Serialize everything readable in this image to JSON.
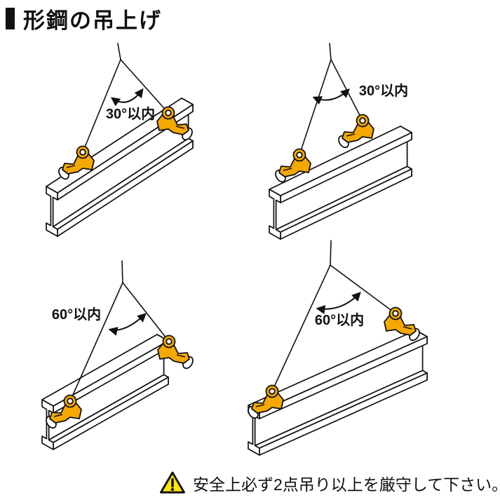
{
  "title": "形鋼の吊上げ",
  "panels": [
    {
      "position": "top-left",
      "angle_label": "30°以内"
    },
    {
      "position": "top-right",
      "angle_label": "30°以内"
    },
    {
      "position": "bottom-left",
      "angle_label": "60°以内"
    },
    {
      "position": "bottom-right",
      "angle_label": "60°以内"
    }
  ],
  "warning": {
    "text": "安全上必ず2点吊り以上を厳守して下さい。"
  },
  "icons": {
    "title_bullet": "black-rectangle-bullet",
    "warning": "warning-triangle",
    "clamp": "screw-cam-clamp"
  },
  "colors": {
    "clamp_orange": "#F5A800",
    "outline": "#111111",
    "warning_yellow": "#FFE600",
    "background": "#FFFFFF"
  }
}
